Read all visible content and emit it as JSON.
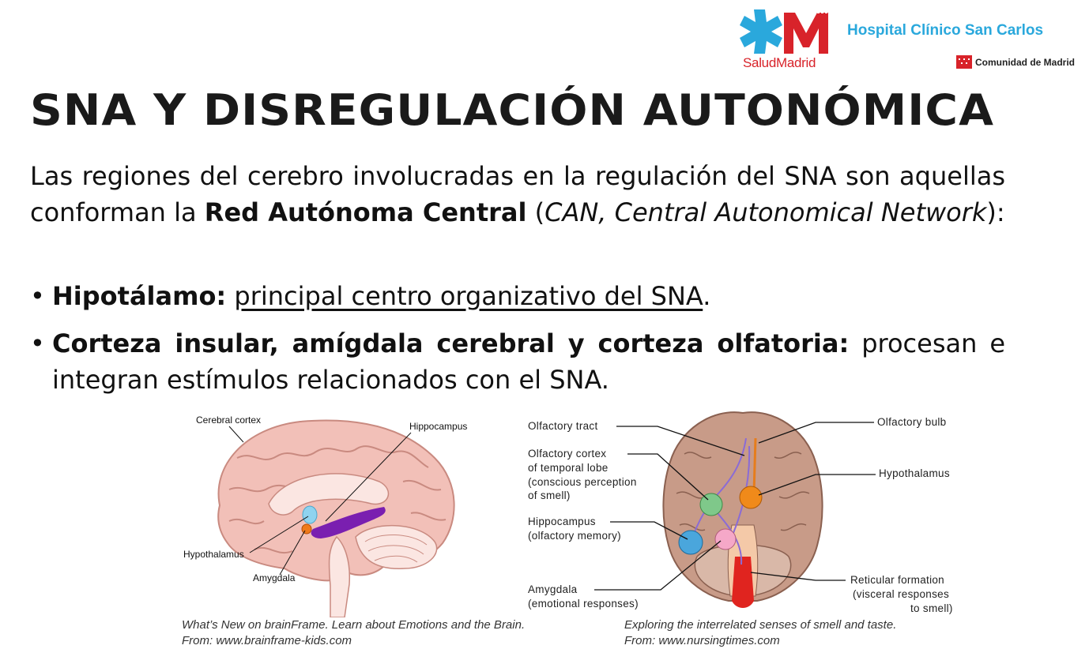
{
  "header": {
    "salud_logo_text": "SaludMadrid",
    "hospital_name": "Hospital Clínico San Carlos",
    "region_name": "Comunidad de Madrid"
  },
  "title": "SNA Y DISREGULACIÓN AUTONÓMICA",
  "intro": {
    "part1": "Las regiones del cerebro involucradas en la regulación del SNA son aquellas conforman la ",
    "bold": "Red Autónoma Central",
    "part2": " (",
    "italic": "CAN, Central Autonomical Network",
    "part3": "):"
  },
  "bullets": [
    {
      "bold": "Hipotálamo:",
      "underlined": "principal centro organizativo del SNA",
      "rest": "."
    },
    {
      "bold": "Corteza insular, amígdala cerebral y corteza olfatoria:",
      "rest": " procesan e integran estímulos relacionados con el SNA."
    }
  ],
  "figure_left": {
    "labels": {
      "cerebral_cortex": "Cerebral cortex",
      "hippocampus": "Hippocampus",
      "hypothalamus": "Hypothalamus",
      "amygdala": "Amygdala"
    },
    "caption_line1": "What’s New on brainFrame. Learn about Emotions and the Brain.",
    "caption_line2": "From: www.brainframe-kids.com"
  },
  "figure_right": {
    "labels": {
      "olfactory_tract": "Olfactory tract",
      "olfactory_cortex_1": "Olfactory cortex",
      "olfactory_cortex_2": "of temporal lobe",
      "olfactory_cortex_3": "(conscious perception",
      "olfactory_cortex_4": "of smell)",
      "hippocampus_1": "Hippocampus",
      "hippocampus_2": "(olfactory memory)",
      "amygdala_1": "Amygdala",
      "amygdala_2": "(emotional responses)",
      "olfactory_bulb": "Olfactory bulb",
      "hypothalamus": "Hypothalamus",
      "reticular_1": "Reticular formation",
      "reticular_2": "(visceral responses",
      "reticular_3": "to smell)"
    },
    "caption_line1": "Exploring the interrelated senses of smell and taste.",
    "caption_line2": "From: www.nursingtimes.com"
  },
  "colors": {
    "salud_blue": "#2aa8dc",
    "salud_red": "#d8232a",
    "brain_pink": "#f2c0b8",
    "hippocampus_purple": "#7a1fb0",
    "amygdala_orange": "#f07a1a",
    "hypothalamus_blue": "#8fd3ef"
  }
}
